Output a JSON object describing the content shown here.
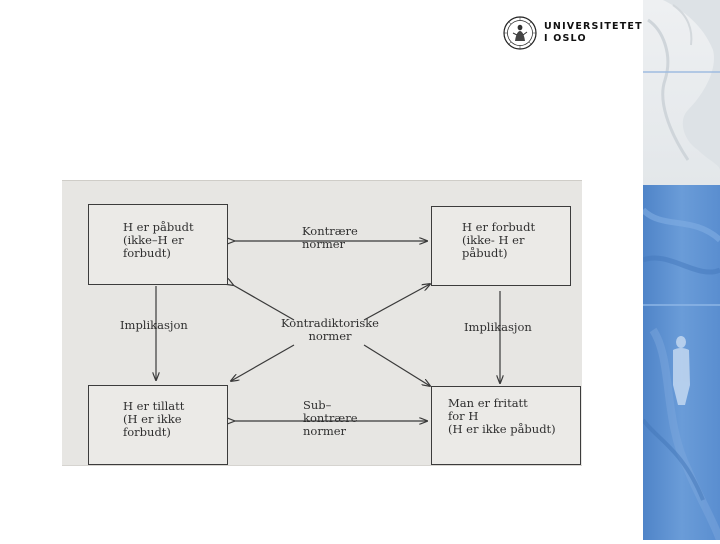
{
  "header": {
    "logo_line1": "UNIVERSITETET",
    "logo_line2": "I OSLO"
  },
  "figure": {
    "box_top_left": "H er påbudt\n(ikke–H er\nforbudt)",
    "box_top_right": "H er forbudt\n(ikke- H er\npåbudt)",
    "box_bottom_left": "H er tillatt\n(H er ikke\nforbudt)",
    "box_bottom_right": "Man er fritatt\nfor H\n(H er ikke påbudt)",
    "label_top": "Kontrære\nnormer",
    "label_center": "Kontradiktoriske\nnormer",
    "label_bottom": "Sub–\nkontrære\nnormer",
    "label_left": "Implikasjon",
    "label_right": "Implikasjon"
  },
  "colors": {
    "panel_blue": "#5b8fd0",
    "panel_gray": "#e9ecef",
    "figure_bg": "#e7e6e3",
    "ink": "#2f2f2f"
  }
}
